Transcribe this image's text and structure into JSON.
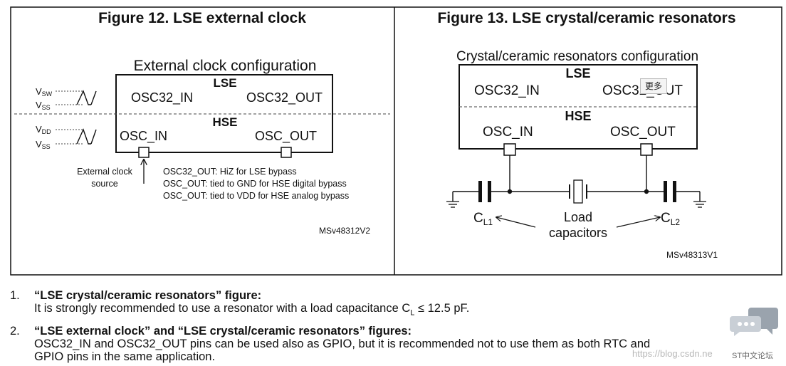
{
  "fig12": {
    "title": "Figure 12. LSE external clock",
    "config_label": "External clock configuration",
    "lse": "LSE",
    "hse": "HSE",
    "osc32_in": "OSC32_IN",
    "osc32_out": "OSC32_OUT",
    "osc_in": "OSC_IN",
    "osc_out": "OSC_OUT",
    "vsw": "V",
    "vsw_sub": "SW",
    "vss1": "V",
    "vss1_sub": "SS",
    "vdd": "V",
    "vdd_sub": "DD",
    "vss2": "V",
    "vss2_sub": "SS",
    "ext_clk_1": "External clock",
    "ext_clk_2": "source",
    "note1": "OSC32_OUT: HiZ for LSE bypass",
    "note2": "OSC_OUT: tied to GND for HSE digital bypass",
    "note3": "OSC_OUT: tied to VDD for HSE analog bypass",
    "code": "MSv48312V2"
  },
  "fig13": {
    "title": "Figure 13. LSE crystal/ceramic resonators",
    "config_label": "Crystal/ceramic resonators configuration",
    "lse": "LSE",
    "hse": "HSE",
    "osc32_in": "OSC32_IN",
    "osc32_out": "OSC32_OUT",
    "osc_in": "OSC_IN",
    "osc_out": "OSC_OUT",
    "cl1": "C",
    "cl1_sub": "L1",
    "cl2": "C",
    "cl2_sub": "L2",
    "load1": "Load",
    "load2": "capacitors",
    "code": "MSv48313V1"
  },
  "tooltip": "更多",
  "notes": [
    {
      "num": "1.",
      "head": "“LSE crystal/ceramic resonators” figure:",
      "text_pre": "It is strongly recommended to use a resonator with a load capacitance C",
      "text_sub": "L",
      "text_post": " ≤ 12.5 pF."
    },
    {
      "num": "2.",
      "head": "“LSE external clock” and “LSE crystal/ceramic resonators” figures:",
      "line1": "OSC32_IN and OSC32_OUT pins can be used also as GPIO, but it is recommended not to use them as both RTC and",
      "line2": "GPIO pins in the same application."
    }
  ],
  "watermark": "https://blog.csdn.ne",
  "stcn": "ST中文论坛",
  "colors": {
    "line": "#111111",
    "dash": "#444444",
    "watermark": "#b8b8b8"
  }
}
